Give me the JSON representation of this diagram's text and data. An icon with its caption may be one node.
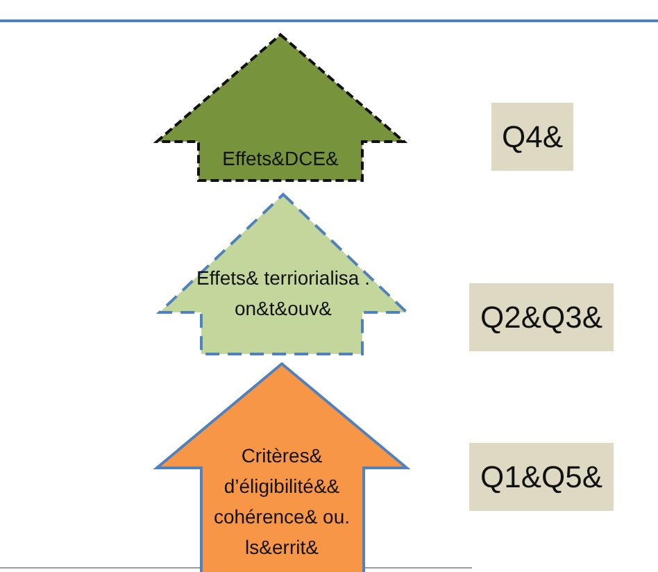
{
  "diagram": {
    "nodes": [
      {
        "text": [
          "Effets&DCE&"
        ]
      },
      {
        "text": [
          "Effets& terriorialisa . on&t&ouv&"
        ]
      },
      {
        "text": [
          "Critères& d’éligibilité&& cohérence& ou. ls&errit&"
        ]
      },
      {
        "text": [
          "Q4&"
        ]
      },
      {
        "text": [
          "Q2&Q3&"
        ]
      },
      {
        "text": [
          "Q1&Q5&"
        ]
      }
    ]
  }
}
